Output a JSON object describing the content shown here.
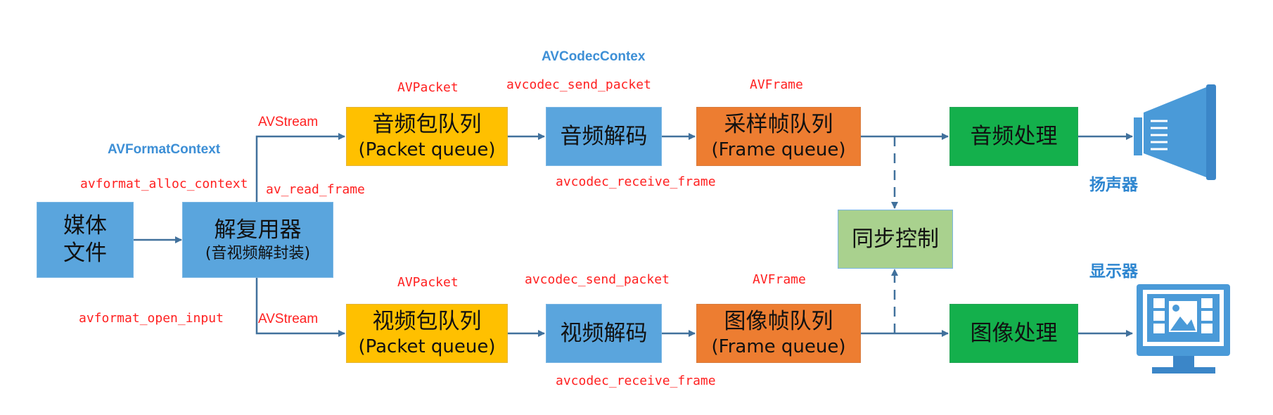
{
  "colors": {
    "line": "#41719c",
    "blue_box": "#5aa5dd",
    "yellow_box": "#ffc000",
    "orange_box": "#ed7d31",
    "green_box": "#14b04c",
    "light_green_box": "#a9d18e",
    "red_label": "#ff2020",
    "blue_label": "#3d8fd6",
    "device": "#4a9ad8"
  },
  "boxes": {
    "media_file": {
      "line1": "媒体",
      "line2": "文件"
    },
    "demuxer": {
      "line1": "解复用器",
      "line2": "(音视频解封装)"
    },
    "audio_packet_queue": {
      "line1": "音频包队列",
      "line2": "(Packet queue)"
    },
    "audio_decode": {
      "line1": "音频解码"
    },
    "sample_frame_queue": {
      "line1": "采样帧队列",
      "line2": "(Frame queue)"
    },
    "audio_process": {
      "line1": "音频处理"
    },
    "video_packet_queue": {
      "line1": "视频包队列",
      "line2": "(Packet queue)"
    },
    "video_decode": {
      "line1": "视频解码"
    },
    "image_frame_queue": {
      "line1": "图像帧队列",
      "line2": "(Frame queue)"
    },
    "image_process": {
      "line1": "图像处理"
    },
    "sync_control": {
      "line1": "同步控制"
    }
  },
  "labels": {
    "avformat_context": "AVFormatContext",
    "avformat_alloc_context": "avformat_alloc_context",
    "avformat_open_input": "avformat_open_input",
    "av_read_frame": "av_read_frame",
    "avstream_top": "AVStream",
    "avstream_bottom": "AVStream",
    "avcodec_context": "AVCodecContex",
    "avpacket_top": "AVPacket",
    "avpacket_bottom": "AVPacket",
    "send_packet_top": "avcodec_send_packet",
    "send_packet_bottom": "avcodec_send_packet",
    "receive_frame_top": "avcodec_receive_frame",
    "receive_frame_bottom": "avcodec_receive_frame",
    "avframe_top": "AVFrame",
    "avframe_bottom": "AVFrame",
    "speaker": "扬声器",
    "display": "显示器"
  },
  "icons": {
    "speaker": "megaphone-icon",
    "display": "monitor-icon"
  }
}
